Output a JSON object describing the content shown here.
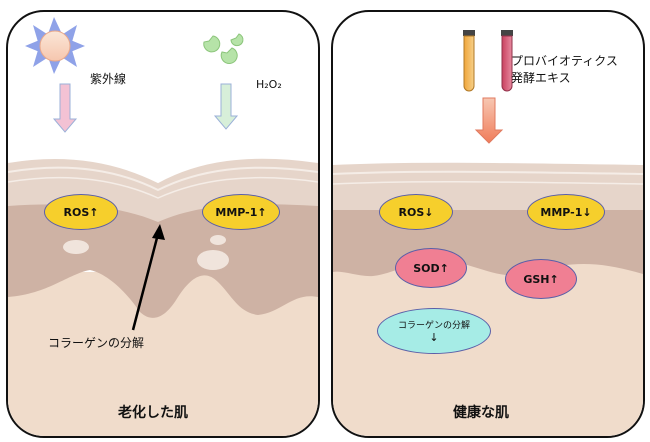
{
  "colors": {
    "yellow": "#f6cf2c",
    "pink": "#f07f93",
    "cyan": "#a6ece6",
    "oval_border": "#5a5fa8",
    "skin_layer": "#ceb2a4",
    "deep_tissue": "#f0dccb"
  },
  "left": {
    "uv_label": "紫外線",
    "h2o2_label": "H₂O₂",
    "ros_label": "ROS↑",
    "mmp_label": "MMP-1↑",
    "collagen_label": "コラーゲンの分解",
    "caption": "老化した肌",
    "icons": [
      "sun-icon",
      "peroxide-icon",
      "down-arrow-icon"
    ]
  },
  "right": {
    "probiotics_line1": "プロバイオティクス",
    "probiotics_line2": "発酵エキス",
    "ros_label": "ROS↓",
    "mmp_label": "MMP-1↓",
    "sod_label": "SOD↑",
    "gsh_label": "GSH↑",
    "collagen_label": "コラーゲンの分解",
    "collagen_arrow": "↓",
    "caption": "健康な肌",
    "icons": [
      "test-tube-icon",
      "down-arrow-icon"
    ]
  }
}
